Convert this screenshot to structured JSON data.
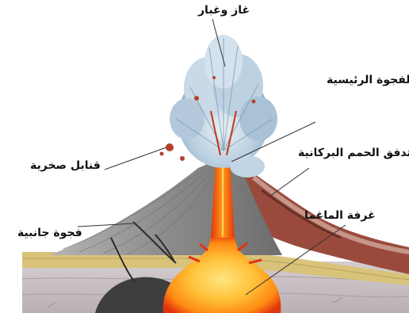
{
  "labels": {
    "gas_and_dust": "غاز وغبار",
    "main_crater": "الفجوة الرئيسية",
    "volcanic_bombs": "قنابل صخرية",
    "lava_flow": "تدفق الحمم البركانية",
    "magma_chamber": "غرفة الماغما",
    "side_vent": "فجوة جانبية"
  },
  "colors": {
    "magma_core": "#ffe680",
    "magma_mid": "#ffad1f",
    "magma_edge": "#e2340c",
    "cone_rock": "#8f8f8f",
    "ash_plume": "#b9cfe0",
    "sediment_yellow": "#d9c37a",
    "bedrock": "#c9c0c4",
    "lava_flow": "#9a4a3c"
  }
}
